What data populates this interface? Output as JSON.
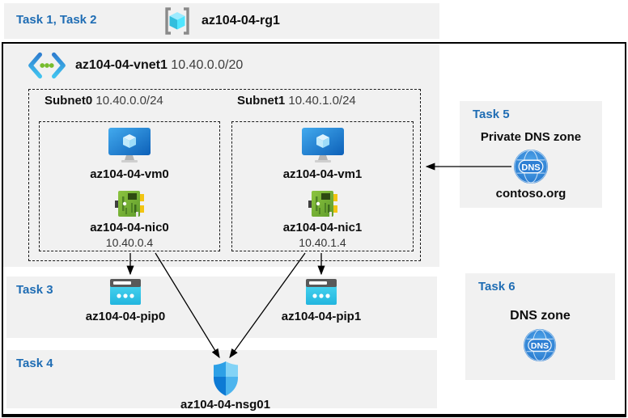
{
  "top": {
    "label": "Task 1, Task 2",
    "rg_name": "az104-04-rg1"
  },
  "vnet": {
    "name": "az104-04-vnet1",
    "cidr": "10.40.0.0/20",
    "subnets": [
      {
        "name": "Subnet0",
        "cidr": "10.40.0.0/24",
        "vm": "az104-04-vm0",
        "nic": "az104-04-nic0",
        "ip": "10.40.0.4"
      },
      {
        "name": "Subnet1",
        "cidr": "10.40.1.0/24",
        "vm": "az104-04-vm1",
        "nic": "az104-04-nic1",
        "ip": "10.40.1.4"
      }
    ]
  },
  "task3": {
    "label": "Task 3",
    "pip0": "az104-04-pip0",
    "pip1": "az104-04-pip1"
  },
  "task4": {
    "label": "Task 4",
    "nsg": "az104-04-nsg01"
  },
  "task5": {
    "label": "Task 5",
    "title": "Private DNS zone",
    "zone": "contoso.org",
    "icon_text": "DNS"
  },
  "task6": {
    "label": "Task 6",
    "title": "DNS zone",
    "icon_text": "DNS"
  },
  "colors": {
    "accent_blue": "#1f6db4",
    "panel_gray": "#f1f1f1",
    "vm_blue": "#0d60b8",
    "nic_green": "#74ad38",
    "pip_cyan": "#2cbde4",
    "nsg_blue": "#2da0e6",
    "dns_blue": "#2e7fd4",
    "vnet_dot_green": "#76bc2d"
  }
}
